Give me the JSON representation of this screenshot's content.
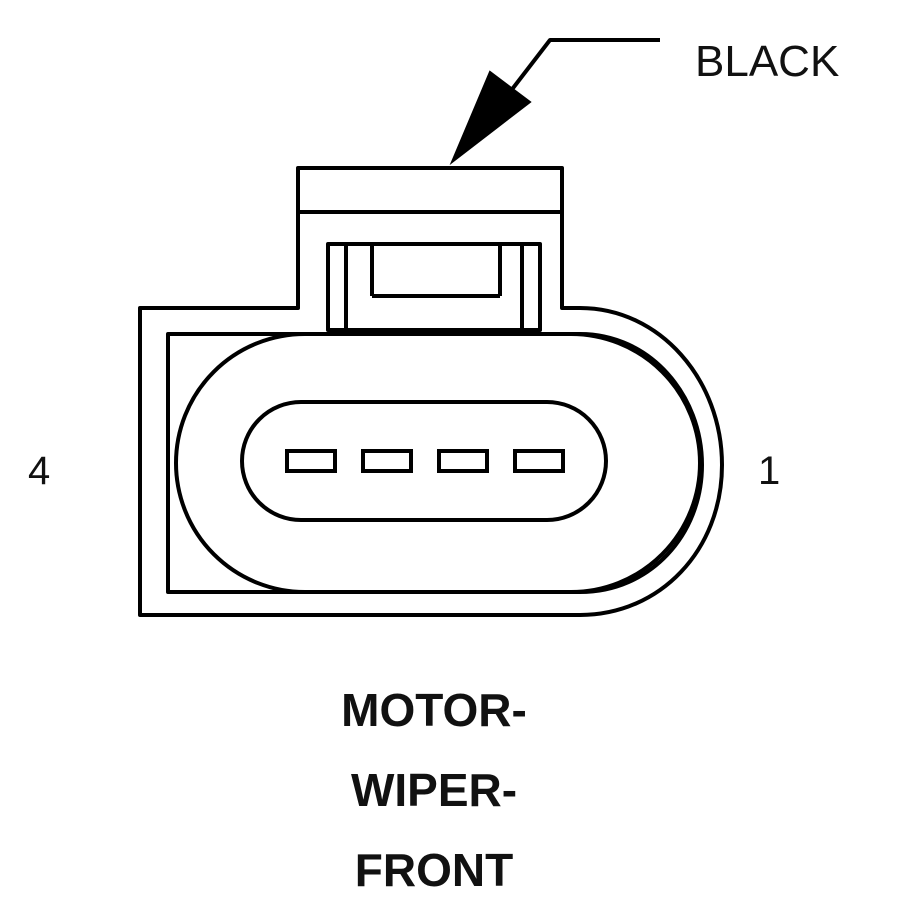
{
  "callout": {
    "color_label": "BLACK"
  },
  "pins": {
    "left_label": "4",
    "right_label": "1",
    "count": 4
  },
  "title": {
    "line1": "MOTOR-",
    "line2": "WIPER-",
    "line3": "FRONT"
  },
  "colors": {
    "line": "#000000",
    "background": "#ffffff",
    "text": "#111111"
  }
}
